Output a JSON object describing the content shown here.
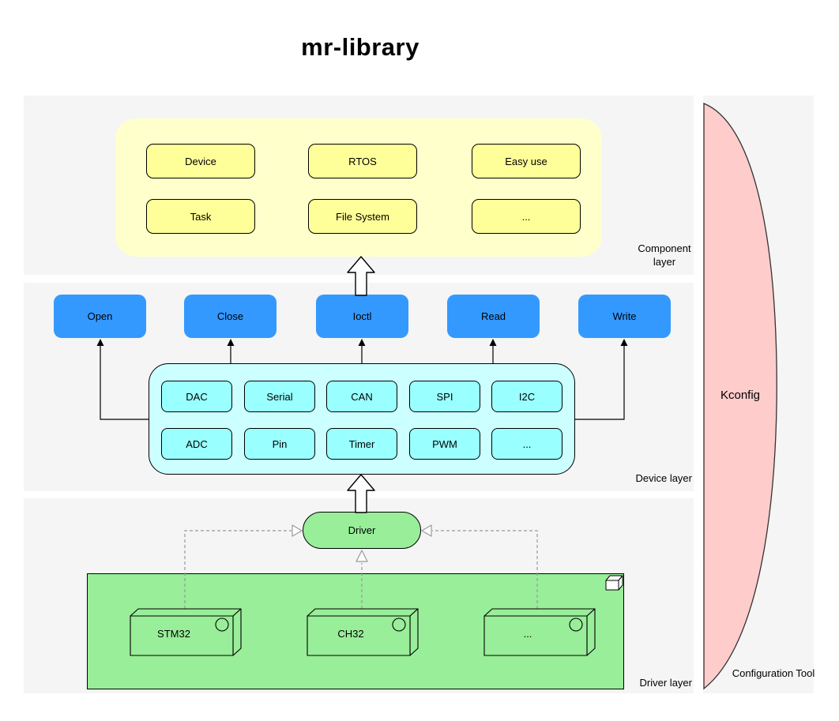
{
  "title": "mr-library",
  "component_layer": {
    "label": "Component layer",
    "boxes": [
      "Device",
      "RTOS",
      "Easy use",
      "Task",
      "File System",
      "..."
    ]
  },
  "device_layer": {
    "label": "Device layer",
    "api_boxes": [
      "Open",
      "Close",
      "Ioctl",
      "Read",
      "Write"
    ],
    "device_boxes": [
      "DAC",
      "Serial",
      "CAN",
      "SPI",
      "I2C",
      "ADC",
      "Pin",
      "Timer",
      "PWM",
      "..."
    ]
  },
  "driver_layer": {
    "label": "Driver layer",
    "driver_node": "Driver",
    "chip_nodes": [
      "STM32",
      "CH32",
      "..."
    ]
  },
  "configuration": {
    "label": "Configuration Tool",
    "node": "Kconfig"
  },
  "colors": {
    "section_bg": "#f5f5f5",
    "component_container": "#ffffcc",
    "component_box": "#ffff99",
    "api_box_blue": "#3399ff",
    "device_container": "#ccffff",
    "device_box": "#99ffff",
    "driver_green": "#99ee99",
    "config_pink": "#ffcccc",
    "dashed_line": "#999999"
  }
}
